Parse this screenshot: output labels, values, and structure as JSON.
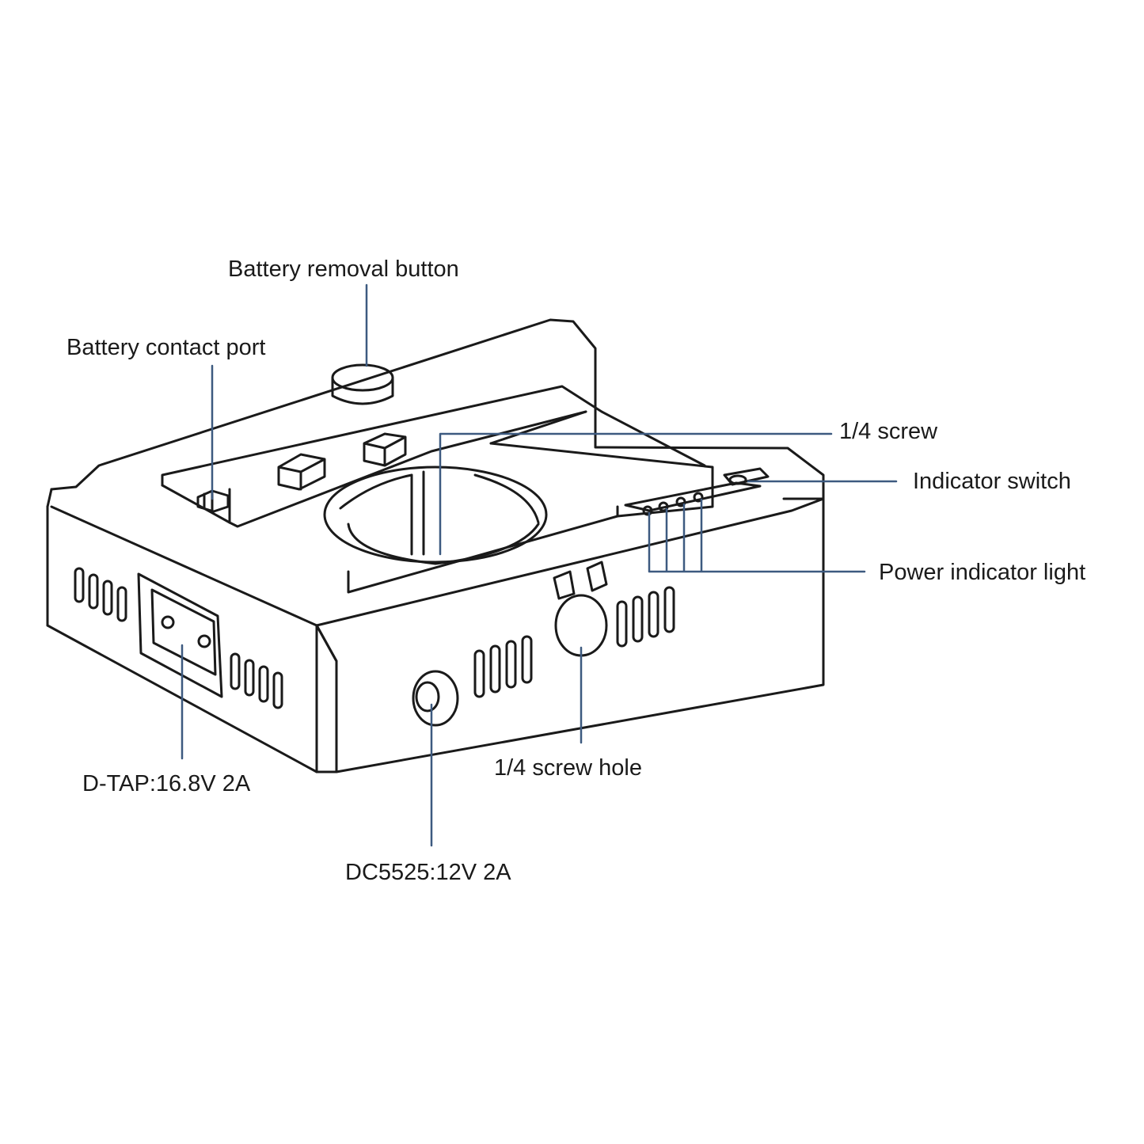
{
  "labels": {
    "battery_removal_button": "Battery removal button",
    "battery_contact_port": "Battery contact port",
    "screw_quarter": "1/4 screw",
    "indicator_switch": "Indicator switch",
    "power_indicator_light": "Power indicator light",
    "dtap": "D-TAP:16.8V 2A",
    "screw_hole": "1/4 screw hole",
    "dc5525": "DC5525:12V 2A"
  },
  "colors": {
    "outline": "#1a1a1a",
    "leader": "#3d5a80",
    "background": "#ffffff"
  }
}
